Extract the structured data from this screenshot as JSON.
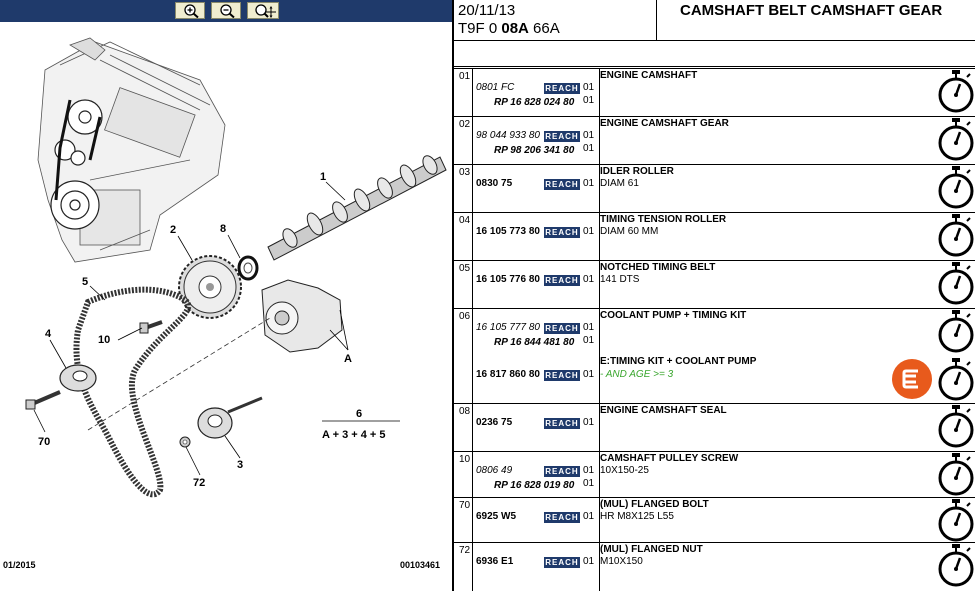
{
  "toolbar": {
    "zoom_in": "zoom-in",
    "zoom_out": "zoom-out",
    "zoom_fit": "zoom-fit"
  },
  "diagram": {
    "callouts": [
      "1",
      "2",
      "8",
      "5",
      "10",
      "4",
      "70",
      "A",
      "6",
      "A + 3 + 4 + 5",
      "72",
      "3"
    ],
    "footer_left": "01/2015",
    "footer_right": "00103461"
  },
  "header": {
    "date": "20/11/13",
    "code_prefix": "T9F 0 ",
    "code_bold": "08A",
    "code_suffix": " 66A",
    "title": "CAMSHAFT BELT CAMSHAFT GEAR"
  },
  "reach_label": "REACH",
  "rows": [
    {
      "num": "01",
      "ref1": "0801 FC",
      "ref2": "RP 16 828 024 80",
      "q1": "01",
      "q2": "01",
      "desc": "ENGINE CAMSHAFT"
    },
    {
      "num": "02",
      "ref1": "98 044 933 80",
      "ref2": "RP 98 206 341 80",
      "q1": "01",
      "q2": "01",
      "desc": "ENGINE CAMSHAFT GEAR"
    },
    {
      "num": "03",
      "ref1": "0830 75",
      "q1": "01",
      "desc": "IDLER ROLLER",
      "desc2": "DIAM 61"
    },
    {
      "num": "04",
      "ref1": "16 105 773 80",
      "q1": "01",
      "desc": "TIMING TENSION ROLLER",
      "desc2": "DIAM 60 MM"
    },
    {
      "num": "05",
      "ref1": "16 105 776 80",
      "q1": "01",
      "desc": "NOTCHED TIMING BELT",
      "desc2": "141 DTS"
    },
    {
      "num": "06",
      "ref1": "16 105 777 80",
      "ref2": "RP 16 844 481 80",
      "q1": "01",
      "q2": "01",
      "desc": "COOLANT PUMP + TIMING KIT",
      "ref3": "16 817 860 80",
      "q3": "01",
      "desc3": "E:TIMING KIT + COOLANT PUMP",
      "desc3b": "- AND AGE >= 3"
    },
    {
      "num": "08",
      "ref1": "0236 75",
      "q1": "01",
      "desc": "ENGINE CAMSHAFT SEAL"
    },
    {
      "num": "10",
      "ref1": "0806 49",
      "ref2": "RP 16 828 019 80",
      "q1": "01",
      "q2": "01",
      "desc": "CAMSHAFT PULLEY SCREW",
      "desc2": "10X150-25"
    },
    {
      "num": "70",
      "ref1": "6925 W5",
      "q1": "01",
      "desc": "(MUL) FLANGED BOLT",
      "desc2": "HR M8X125 L55"
    },
    {
      "num": "72",
      "ref1": "6936 E1",
      "q1": "01",
      "desc": "(MUL) FLANGED NUT",
      "desc2": "M10X150"
    }
  ]
}
